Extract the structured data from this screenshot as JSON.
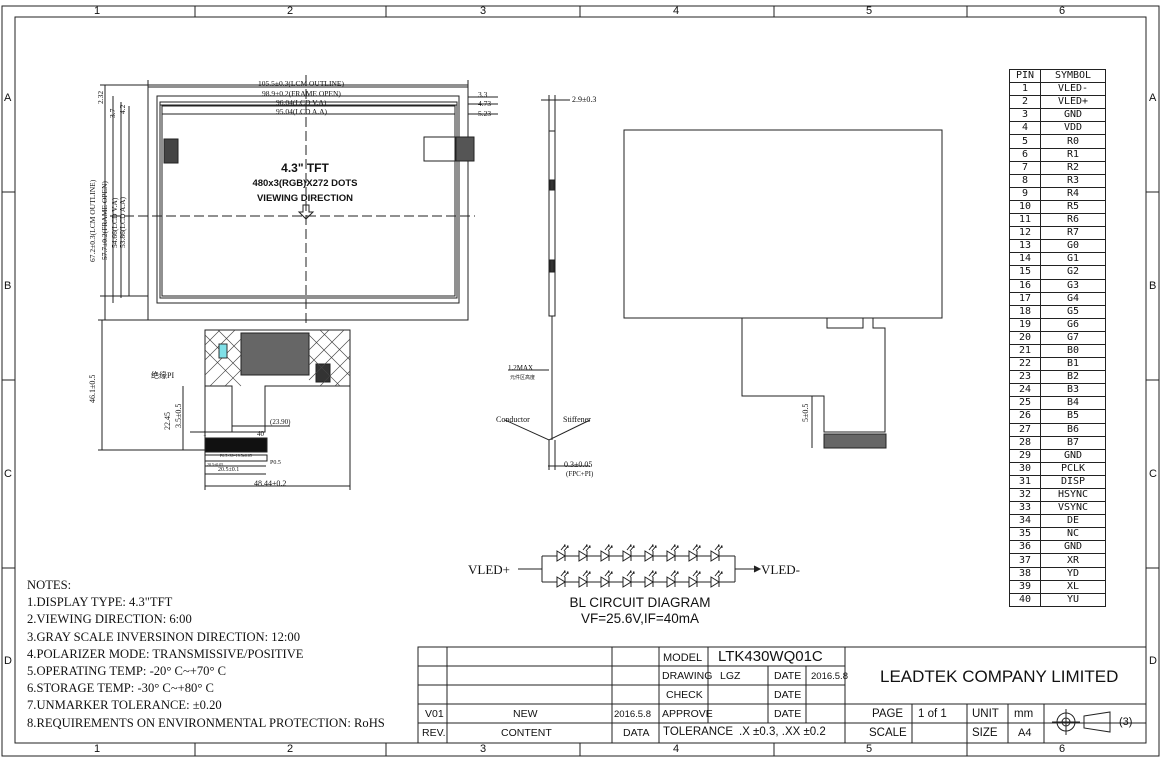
{
  "frame": {
    "columns": [
      "1",
      "2",
      "3",
      "4",
      "5",
      "6"
    ],
    "rows": [
      "A",
      "B",
      "C",
      "D"
    ]
  },
  "front_view": {
    "dim_lcd_outline": "105.5±0.3(LCM OUTLINE)",
    "dim_frame_open": "98.9±0.2(FRAME OPEN)",
    "dim_lcd_va": "96.04(LCD V.A)",
    "dim_lcd_aa": "95.04(LCD A.A)",
    "dim_right_top_1": "3.3",
    "dim_right_top_2": "4.73",
    "dim_right_top_3": "5.23",
    "dim_left_top_1": "2.32",
    "dim_left_top_2": "3.7",
    "dim_left_top_3": "4.2",
    "dim_v_outline": "67.2±0.3(LCM OUTLINE)",
    "dim_v_frame": "57.7±0.2(FRAME OPEN)",
    "dim_v_va": "54.66(LCD V.A)",
    "dim_v_aa": "53.86(LCD A.A)",
    "title_size": "4.3\" TFT",
    "title_res": "480x3(RGB)X272 DOTS",
    "title_view": "VIEWING DIRECTION",
    "label_insulation": "绝缘PI",
    "dim_total_h": "46.1±0.5",
    "dim_tail_1": "22.45",
    "dim_tail_2": "3.5±0.5",
    "dim_tail_w": "(23.90)",
    "pin_first": "1",
    "pin_last": "40",
    "dim_tail_pitch": "P0.5",
    "dim_tail_20": "20.5±0.1",
    "dim_tail_48": "48.44±0.2",
    "dim_tail_small1": "P0.5×39=19.5±0.05",
    "dim_tail_small2": "20.5±0.05"
  },
  "side_view": {
    "dim_thickness": "2.9±0.3",
    "dim_max": "1.2MAX",
    "dim_max_sub": "元件区高度",
    "label_conductor": "Conductor",
    "label_stiffener": "Stiffener",
    "dim_fpc": "0.3±0.05",
    "dim_fpc_sub": "(FPC+PI)"
  },
  "back_view": {
    "dim_tail": "5±0.5"
  },
  "pin_table": {
    "header_pin": "PIN",
    "header_symbol": "SYMBOL",
    "rows": [
      [
        "1",
        "VLED-"
      ],
      [
        "2",
        "VLED+"
      ],
      [
        "3",
        "GND"
      ],
      [
        "4",
        "VDD"
      ],
      [
        "5",
        "R0"
      ],
      [
        "6",
        "R1"
      ],
      [
        "7",
        "R2"
      ],
      [
        "8",
        "R3"
      ],
      [
        "9",
        "R4"
      ],
      [
        "10",
        "R5"
      ],
      [
        "11",
        "R6"
      ],
      [
        "12",
        "R7"
      ],
      [
        "13",
        "G0"
      ],
      [
        "14",
        "G1"
      ],
      [
        "15",
        "G2"
      ],
      [
        "16",
        "G3"
      ],
      [
        "17",
        "G4"
      ],
      [
        "18",
        "G5"
      ],
      [
        "19",
        "G6"
      ],
      [
        "20",
        "G7"
      ],
      [
        "21",
        "B0"
      ],
      [
        "22",
        "B1"
      ],
      [
        "23",
        "B2"
      ],
      [
        "24",
        "B3"
      ],
      [
        "25",
        "B4"
      ],
      [
        "26",
        "B5"
      ],
      [
        "27",
        "B6"
      ],
      [
        "28",
        "B7"
      ],
      [
        "29",
        "GND"
      ],
      [
        "30",
        "PCLK"
      ],
      [
        "31",
        "DISP"
      ],
      [
        "32",
        "HSYNC"
      ],
      [
        "33",
        "VSYNC"
      ],
      [
        "34",
        "DE"
      ],
      [
        "35",
        "NC"
      ],
      [
        "36",
        "GND"
      ],
      [
        "37",
        "XR"
      ],
      [
        "38",
        "YD"
      ],
      [
        "39",
        "XL"
      ],
      [
        "40",
        "YU"
      ]
    ]
  },
  "circuit": {
    "label_plus": "VLED+",
    "label_minus": "VLED-",
    "title": "BL CIRCUIT DIAGRAM",
    "spec": "VF=25.6V,IF=40mA"
  },
  "notes": {
    "heading": "NOTES:",
    "items": [
      "1.DISPLAY TYPE:  4.3\"TFT",
      "2.VIEWING DIRECTION: 6:00",
      "3.GRAY SCALE INVERSINON DIRECTION: 12:00",
      "4.POLARIZER MODE: TRANSMISSIVE/POSITIVE",
      "5.OPERATING TEMP: -20° C~+70° C",
      "6.STORAGE TEMP: -30° C~+80° C",
      "7.UNMARKER TOLERANCE: ±0.20",
      "8.REQUIREMENTS ON ENVIRONMENTAL PROTECTION: RoHS"
    ]
  },
  "title_block": {
    "model_label": "MODEL",
    "model_value": "LTK430WQ01C",
    "drawing_label": "DRAWING",
    "drawing_value": "LGZ",
    "date_label": "DATE",
    "drawing_date": "2016.5.8",
    "check_label": "CHECK",
    "approve_label": "APPROVE",
    "company": "LEADTEK COMPANY LIMITED",
    "rev_code": "V01",
    "rev_content": "NEW",
    "rev_date": "2016.5.8",
    "rev_label": "REV.",
    "content_label": "CONTENT",
    "data_label": "DATA",
    "tolerance_label": "TOLERANCE",
    "tolerance_value": ".X  ±0.3,  .XX  ±0.2",
    "page_label": "PAGE",
    "page_value": "1  of  1",
    "unit_label": "UNIT",
    "unit_value": "mm",
    "scale_label": "SCALE",
    "size_label": "SIZE",
    "size_value": "A4",
    "projection_ref": "(3)"
  }
}
